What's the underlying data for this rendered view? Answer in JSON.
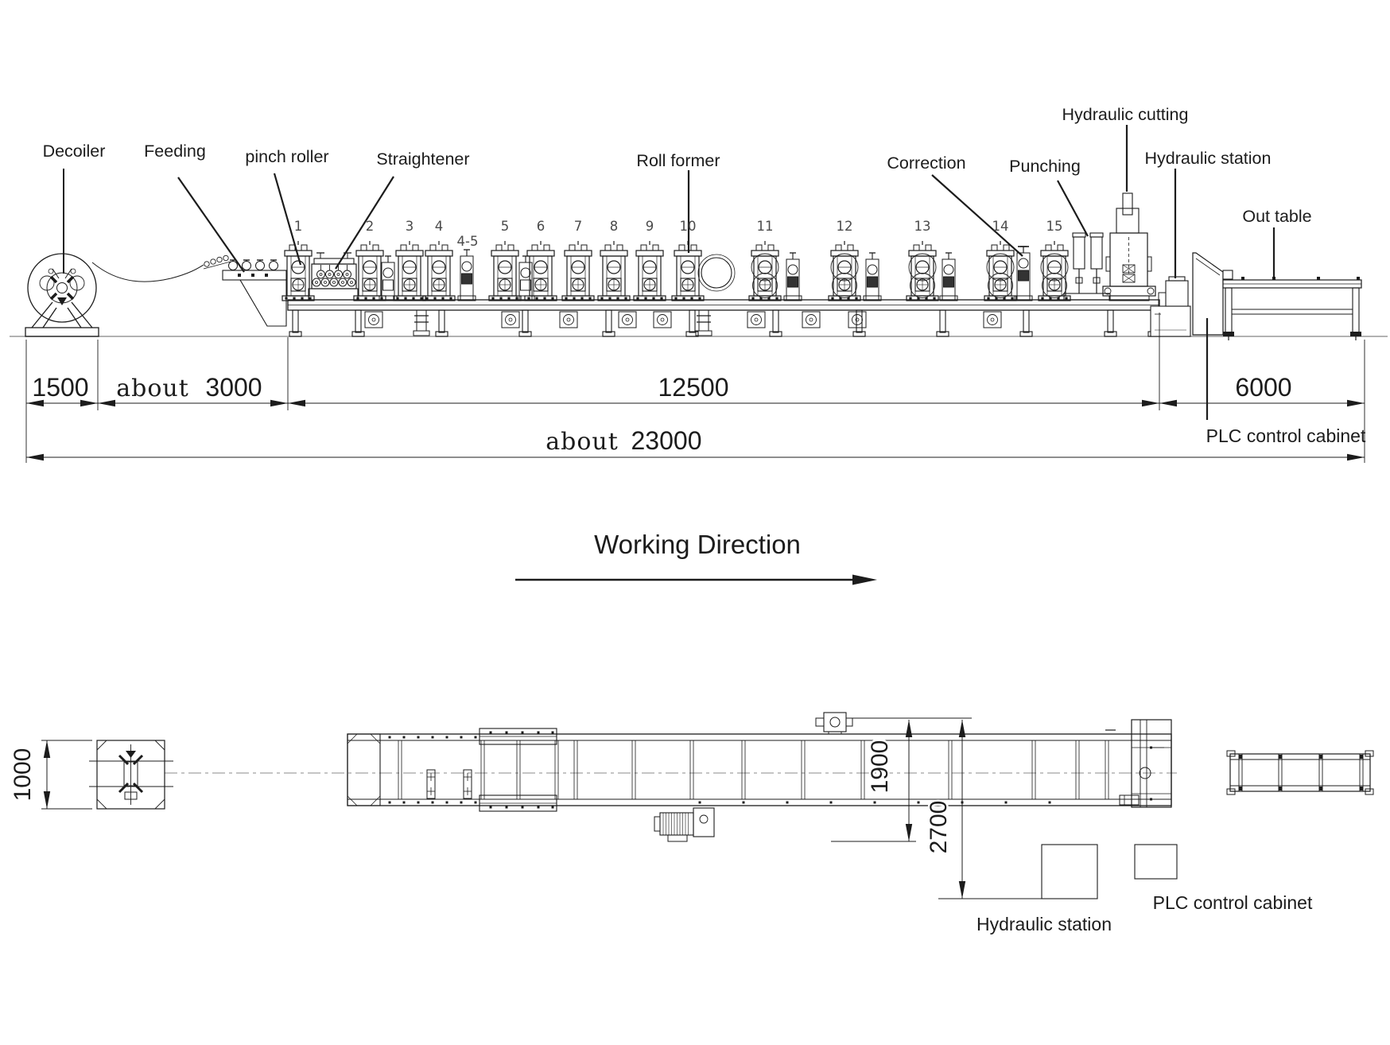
{
  "elevation": {
    "labels": {
      "decoiler": "Decoiler",
      "feeding": "Feeding",
      "pinch_roller": "pinch roller",
      "straightener": "Straightener",
      "roll_former": "Roll former",
      "correction": "Correction",
      "punching": "Punching",
      "hydraulic_cutting": "Hydraulic cutting",
      "hydraulic_station": "Hydraulic station",
      "out_table": "Out table",
      "plc_control_cabinet": "PLC control cabinet"
    },
    "stand_numbers": [
      "1",
      "2",
      "3",
      "4",
      "4-5",
      "5",
      "6",
      "7",
      "8",
      "9",
      "10",
      "11",
      "12",
      "13",
      "14",
      "15"
    ],
    "dimensions": {
      "decoiler_length": "1500",
      "feeding_prefix": "about",
      "feeding_length": "3000",
      "main_machine_length": "12500",
      "out_section_length": "6000",
      "total_prefix": "about",
      "total_length": "23000"
    }
  },
  "working_direction_label": "Working Direction",
  "plan": {
    "dimensions": {
      "decoiler_width": "1000",
      "machine_width": "1900",
      "station_offset": "2700"
    },
    "labels": {
      "hydraulic_station": "Hydraulic station",
      "plc_control_cabinet": "PLC control cabinet"
    }
  },
  "colors": {
    "line": "#1c1c1c",
    "ground_line": "#999999",
    "background": "#ffffff",
    "secondary_text": "#4a4a4a"
  }
}
